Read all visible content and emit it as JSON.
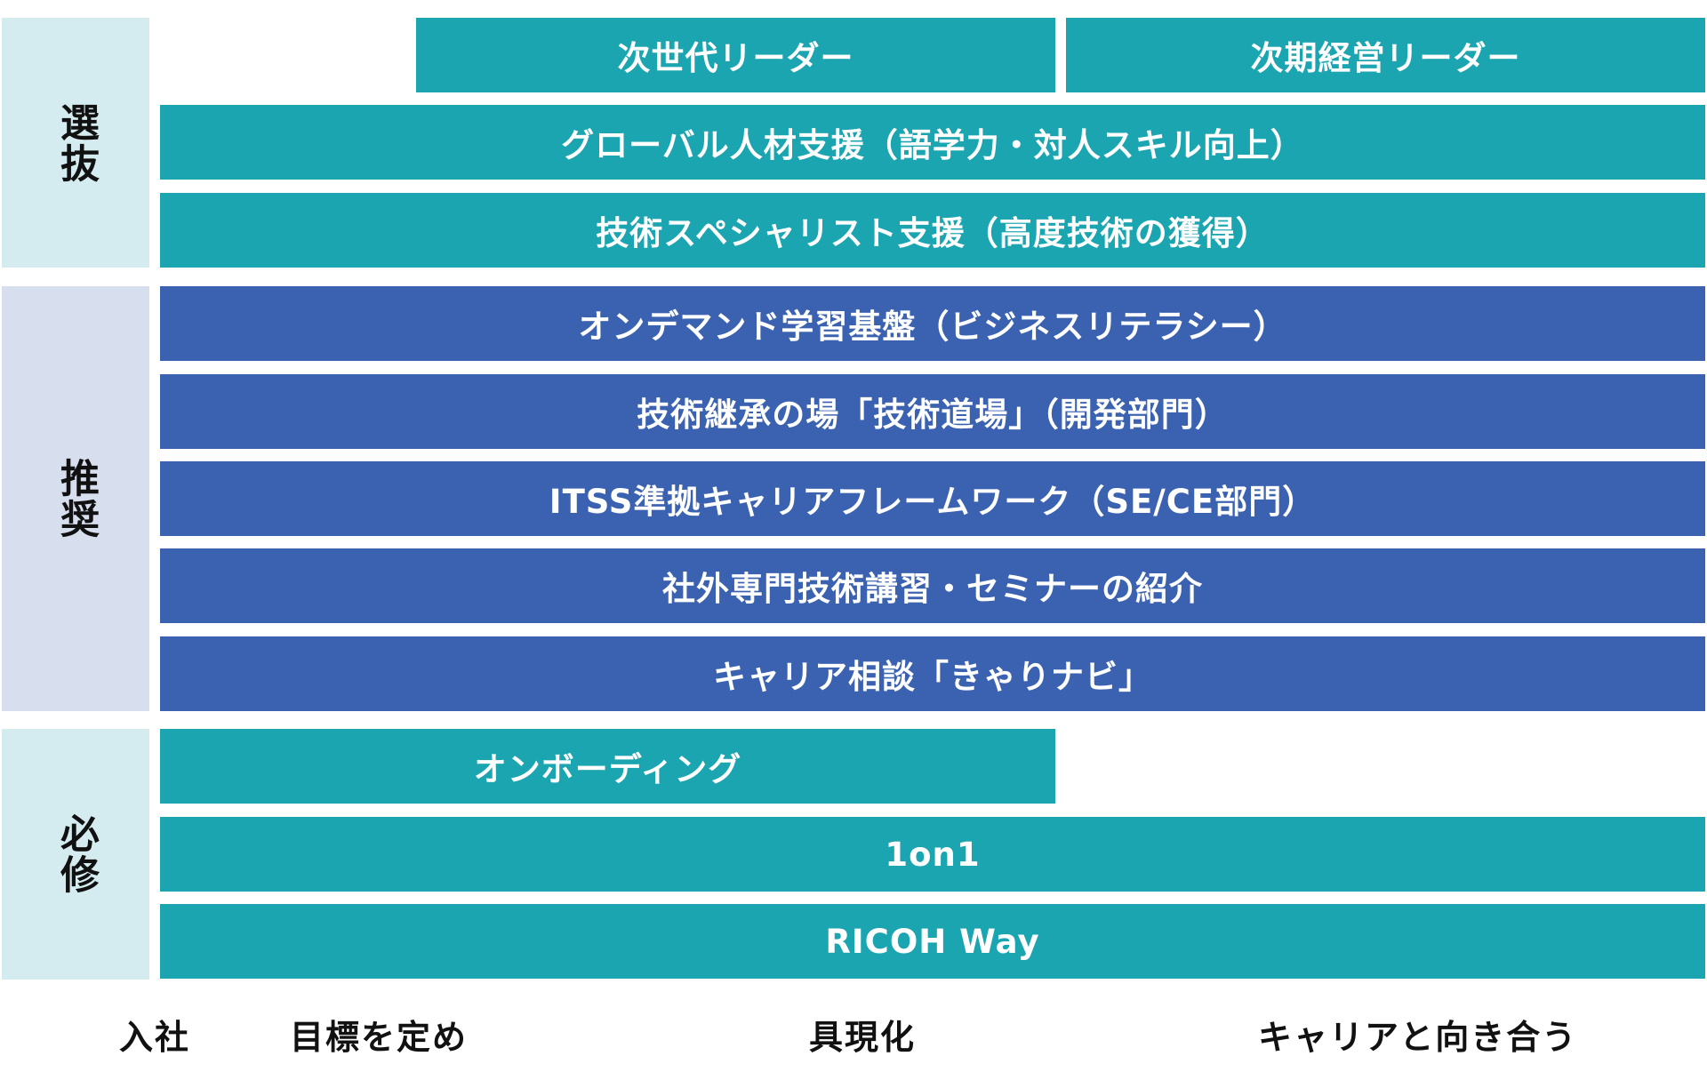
{
  "categories": {
    "selection": "選抜",
    "recommended": "推奨",
    "mandatory": "必修"
  },
  "programs": {
    "next_gen_leader": "次世代リーダー",
    "next_term_mgmt_leader": "次期経営リーダー",
    "global_talent": "グローバル人材支援（語学力・対人スキル向上）",
    "tech_specialist": "技術スペシャリスト支援（高度技術の獲得）",
    "on_demand": "オンデマンド学習基盤（ビジネスリテラシー）",
    "tech_dojo": "技術継承の場「技術道場」（開発部門）",
    "itss": "ITSS準拠キャリアフレームワーク（SE/CE部門）",
    "external_seminar": "社外専門技術講習・セミナーの紹介",
    "career_navi": "キャリア相談「きゃりナビ」",
    "onboarding": "オンボーディング",
    "one_on_one": "1on1",
    "ricoh_way": "RICOH Way"
  },
  "stages": {
    "join": "入社",
    "set_goals": "目標を定め",
    "realize": "具現化",
    "face_career": "キャリアと向き合う"
  },
  "colors": {
    "teal": "#1aa5b1",
    "blue": "#3b62b0",
    "category_teal_bg": "#d4ecef",
    "category_blue_bg": "#d7dfee"
  }
}
